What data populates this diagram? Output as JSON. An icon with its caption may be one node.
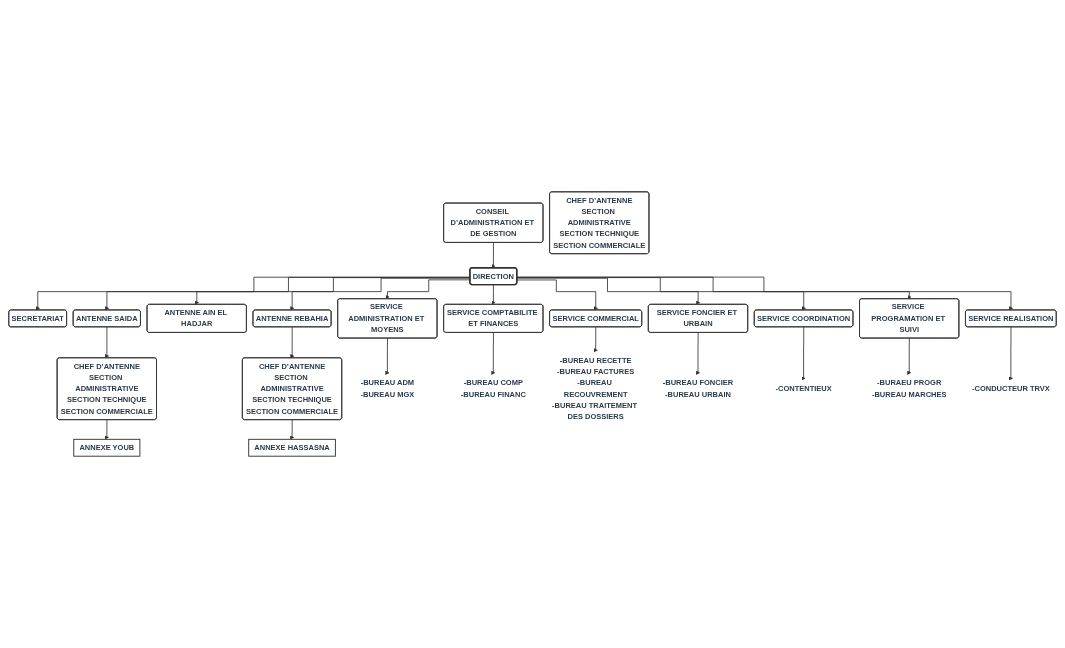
{
  "diagram": {
    "nodes": [
      {
        "text": [
          "CONSEIL D’ADMINISTRATION ET DE GESTION"
        ]
      },
      {
        "text": [
          "DIRECTION"
        ]
      },
      {
        "text": [
          "SECRETARIAT"
        ]
      },
      {
        "text": [
          "ANTENNE SAIDA"
        ]
      },
      {
        "text": [
          "ANTENNE AIN EL HADJAR"
        ]
      },
      {
        "text": [
          "ANTENNE REBAHIA"
        ]
      },
      {
        "text": [
          "CHEF D’ANTENNE",
          "SECTION ADMINISTRATIVE",
          "SECTION TECHNIQUE",
          "SECTION COMMERCIALE"
        ]
      },
      {
        "text": [
          "CHEF D’ANTENNE",
          "SECTION ADMINISTRATIVE",
          "SECTION TECHNIQUE",
          "SECTION COMMERCIALE"
        ]
      },
      {
        "text": [
          "CHEF D’ANTENNE",
          "SECTION ADMINISTRATIVE",
          "SECTION TECHNIQUE",
          "SECTION COMMERCIALE"
        ]
      },
      {
        "text": [
          "ANNEXE YOUB"
        ]
      },
      {
        "text": [
          "ANNEXE HASSASNA"
        ]
      },
      {
        "text": [
          "SERVICE ADMINISTRATION ET MOYENS"
        ]
      },
      {
        "text": [
          "SERVICE COMPTABILITE ET FINANCES"
        ]
      },
      {
        "text": [
          "SERVICE COMMERCIAL"
        ]
      },
      {
        "text": [
          "SERVICE FONCIER ET URBAIN"
        ]
      },
      {
        "text": [
          "SERVICE COORDINATION"
        ]
      },
      {
        "text": [
          "SERVICE PROGRAMATION ET SUIVI"
        ]
      },
      {
        "text": [
          "SERVICE REALISATION"
        ]
      },
      {
        "text": [
          "-BUREAU ADM",
          "-BUREAU MGX"
        ]
      },
      {
        "text": [
          "-BUREAU COMP",
          "-BUREAU FINANC"
        ]
      },
      {
        "text": [
          "-BUREAU RECETTE",
          "-BUREAU FACTURES",
          "-BUREAU RECOUVREMENT",
          "-BUREAU TRAITEMENT DES DOSSIERS"
        ]
      },
      {
        "text": [
          "-BUREAU FONCIER",
          "-BUREAU URBAIN"
        ]
      },
      {
        "text": [
          "-CONTENTIEUX"
        ]
      },
      {
        "text": [
          "-BURAEU PROGR",
          "-BUREAU MARCHES"
        ]
      },
      {
        "text": [
          "-CONDUCTEUR TRVX"
        ]
      }
    ],
    "edges": [
      {
        "from": 0,
        "to": 1,
        "arrow": "to"
      },
      {
        "from": 1,
        "to": 2,
        "arrow": "to"
      },
      {
        "from": 1,
        "to": 3,
        "arrow": "to"
      },
      {
        "from": 1,
        "to": 4,
        "arrow": "to"
      },
      {
        "from": 1,
        "to": 5,
        "arrow": "to"
      },
      {
        "from": 3,
        "to": 6,
        "arrow": "to"
      },
      {
        "from": 5,
        "to": 8,
        "arrow": "to"
      },
      {
        "from": 6,
        "to": 9,
        "arrow": "to"
      },
      {
        "from": 8,
        "to": 10,
        "arrow": "to"
      },
      {
        "from": 1,
        "to": 11,
        "arrow": "to"
      },
      {
        "from": 1,
        "to": 12,
        "arrow": "to"
      },
      {
        "from": 1,
        "to": 13,
        "arrow": "to"
      },
      {
        "from": 1,
        "to": 14,
        "arrow": "to"
      },
      {
        "from": 1,
        "to": 15,
        "arrow": "to"
      },
      {
        "from": 1,
        "to": 16,
        "arrow": "to"
      },
      {
        "from": 1,
        "to": 17,
        "arrow": "to"
      },
      {
        "from": 11,
        "to": 18,
        "arrow": "to"
      },
      {
        "from": 12,
        "to": 19,
        "arrow": "to"
      },
      {
        "from": 13,
        "to": 20,
        "arrow": "to"
      },
      {
        "from": 14,
        "to": 21,
        "arrow": "to"
      },
      {
        "from": 15,
        "to": 22,
        "arrow": "to"
      },
      {
        "from": 16,
        "to": 23,
        "arrow": "to"
      },
      {
        "from": 17,
        "to": 24,
        "arrow": "to"
      }
    ]
  }
}
